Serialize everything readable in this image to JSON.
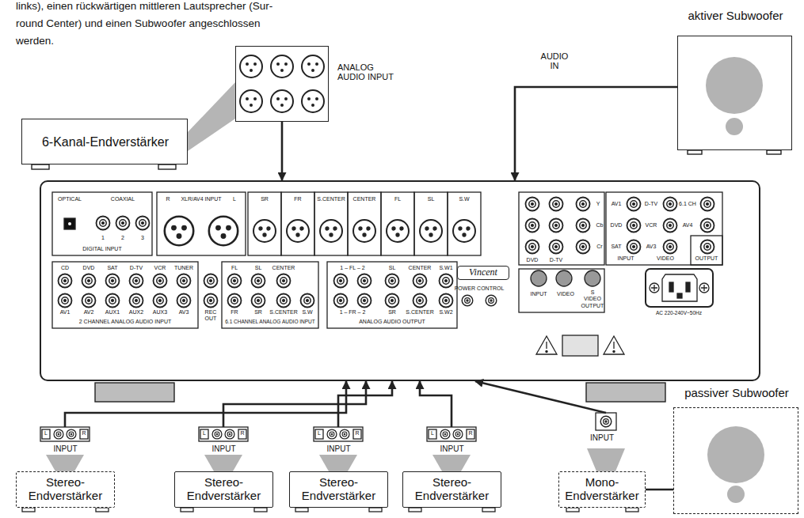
{
  "diagram": {
    "nodes": [
      {
        "text": [
          "6-Kanal-Endverstärker"
        ]
      },
      {
        "text": [
          "ANALOG AUDIO INPUT"
        ]
      },
      {
        "text": [
          "aktiver Subwoofer"
        ]
      },
      {
        "text": [
          "Vincent"
        ]
      },
      {
        "text": [
          "INPUT",
          "Stereo- Endverstärker"
        ]
      },
      {
        "text": [
          "INPUT",
          "Stereo- Endverstärker"
        ]
      },
      {
        "text": [
          "INPUT",
          "Stereo- Endverstärker"
        ]
      },
      {
        "text": [
          "INPUT",
          "Stereo- Endverstärker"
        ]
      },
      {
        "text": [
          "INPUT",
          "Mono- Endverstärker"
        ]
      },
      {
        "text": [
          "passiver Subwoofer"
        ]
      }
    ],
    "edges": [
      {
        "from": 0,
        "to": 1,
        "arrow": "none"
      },
      {
        "from": 1,
        "to": 3,
        "arrow": "to"
      },
      {
        "from": 2,
        "to": 3,
        "label": "AUDIO IN",
        "arrow": "to"
      },
      {
        "from": 4,
        "to": 3,
        "arrow": "to"
      },
      {
        "from": 5,
        "to": 3,
        "arrow": "to"
      },
      {
        "from": 6,
        "to": 3,
        "arrow": "to"
      },
      {
        "from": 7,
        "to": 3,
        "arrow": "to"
      },
      {
        "from": 8,
        "to": 3,
        "arrow": "to"
      },
      {
        "from": 8,
        "to": 9,
        "arrow": "none"
      }
    ],
    "labels": [
      "links), einen rückwärtigen mittleren Lautsprecher (Sur-",
      "round Center) und einen Subwoofer angeschlossen",
      "werden.",
      "OPTICAL",
      "COAXIAL",
      "1",
      "2",
      "3",
      "DIGITAL INPUT",
      "R",
      "XLR/AV4 INPUT",
      "L",
      "SR",
      "FR",
      "S.CENTER",
      "CENTER",
      "FL",
      "SL",
      "S.W",
      "CD",
      "DVD",
      "SAT",
      "D-TV",
      "VCR",
      "TUNER",
      "AV1",
      "AV2",
      "AUX1",
      "AUX2",
      "AUX3",
      "AV3",
      "2 CHANNEL ANALOG AUDIO INPUT",
      "REC OUT",
      "FL",
      "SL",
      "CENTER",
      "FR",
      "SR",
      "S.CENTER",
      "S.W",
      "6.1 CHANNEL ANALOG AUDIO INPUT",
      "1 – FL – 2",
      "SL",
      "CENTER",
      "S.W1",
      "1 – FR – 2",
      "SR",
      "S.CENTER",
      "S.W2",
      "ANALOG AUDIO OUTPUT",
      "POWER CONTROL",
      "DVD",
      "D-TV",
      "Y",
      "Cb",
      "Cr",
      "INPUT",
      "VIDEO",
      "S VIDEO",
      "OUTPUT",
      "AV1",
      "D-TV",
      "6.1 CH",
      "DVD",
      "VCR",
      "AV4",
      "SAT",
      "AV3",
      "INPUT",
      "VIDEO",
      "OUTPUT",
      "AC 220-240V~50Hz",
      "L",
      "R",
      "L",
      "R",
      "L",
      "R",
      "L",
      "R"
    ]
  }
}
